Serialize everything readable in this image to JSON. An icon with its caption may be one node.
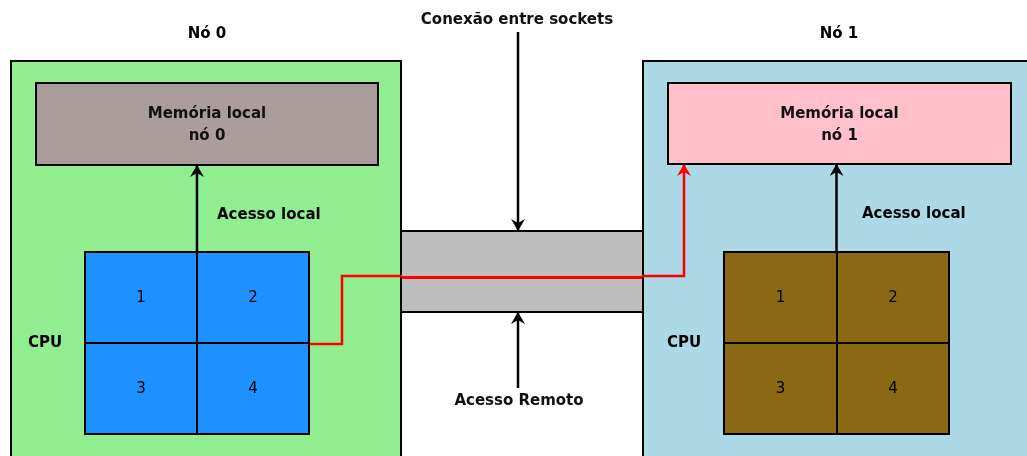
{
  "diagram": {
    "nodes": [
      {
        "text": [
          "Nó 0"
        ]
      },
      {
        "text": [
          "Memória local nó 0"
        ],
        "in": 0
      },
      {
        "text": [],
        "shape": "box",
        "in": 0,
        "beside": [
          "CPU"
        ]
      },
      {
        "text": [
          "1"
        ],
        "in": 2
      },
      {
        "text": [
          "2"
        ],
        "in": 2
      },
      {
        "text": [
          "3"
        ],
        "in": 2
      },
      {
        "text": [
          "4"
        ],
        "in": 2
      },
      {
        "text": [],
        "shape": "bar"
      },
      {
        "text": [
          "Nó 1"
        ]
      },
      {
        "text": [
          "Memória local nó 1"
        ],
        "in": 8
      },
      {
        "text": [],
        "shape": "box",
        "in": 8,
        "beside": [
          "CPU"
        ]
      },
      {
        "text": [
          "1"
        ],
        "in": 10
      },
      {
        "text": [
          "2"
        ],
        "in": 10
      },
      {
        "text": [
          "3"
        ],
        "in": 10
      },
      {
        "text": [
          "4"
        ],
        "in": 10
      },
      {
        "text": [
          "Conexão entre sockets"
        ]
      },
      {
        "text": [
          "Acesso Remoto"
        ]
      }
    ],
    "edges": [
      {
        "from": 2,
        "to": 1,
        "arrow": "to",
        "label": "Acesso local"
      },
      {
        "from": 10,
        "to": 9,
        "arrow": "to",
        "label": "Acesso local"
      },
      {
        "from": 2,
        "to": 7,
        "arrow": "none",
        "color": "#ff0000"
      },
      {
        "from": 7,
        "to": 9,
        "arrow": "to",
        "color": "#ff0000"
      },
      {
        "from": 15,
        "to": 7,
        "arrow": "to"
      },
      {
        "from": 16,
        "to": 7,
        "arrow": "to"
      }
    ]
  }
}
